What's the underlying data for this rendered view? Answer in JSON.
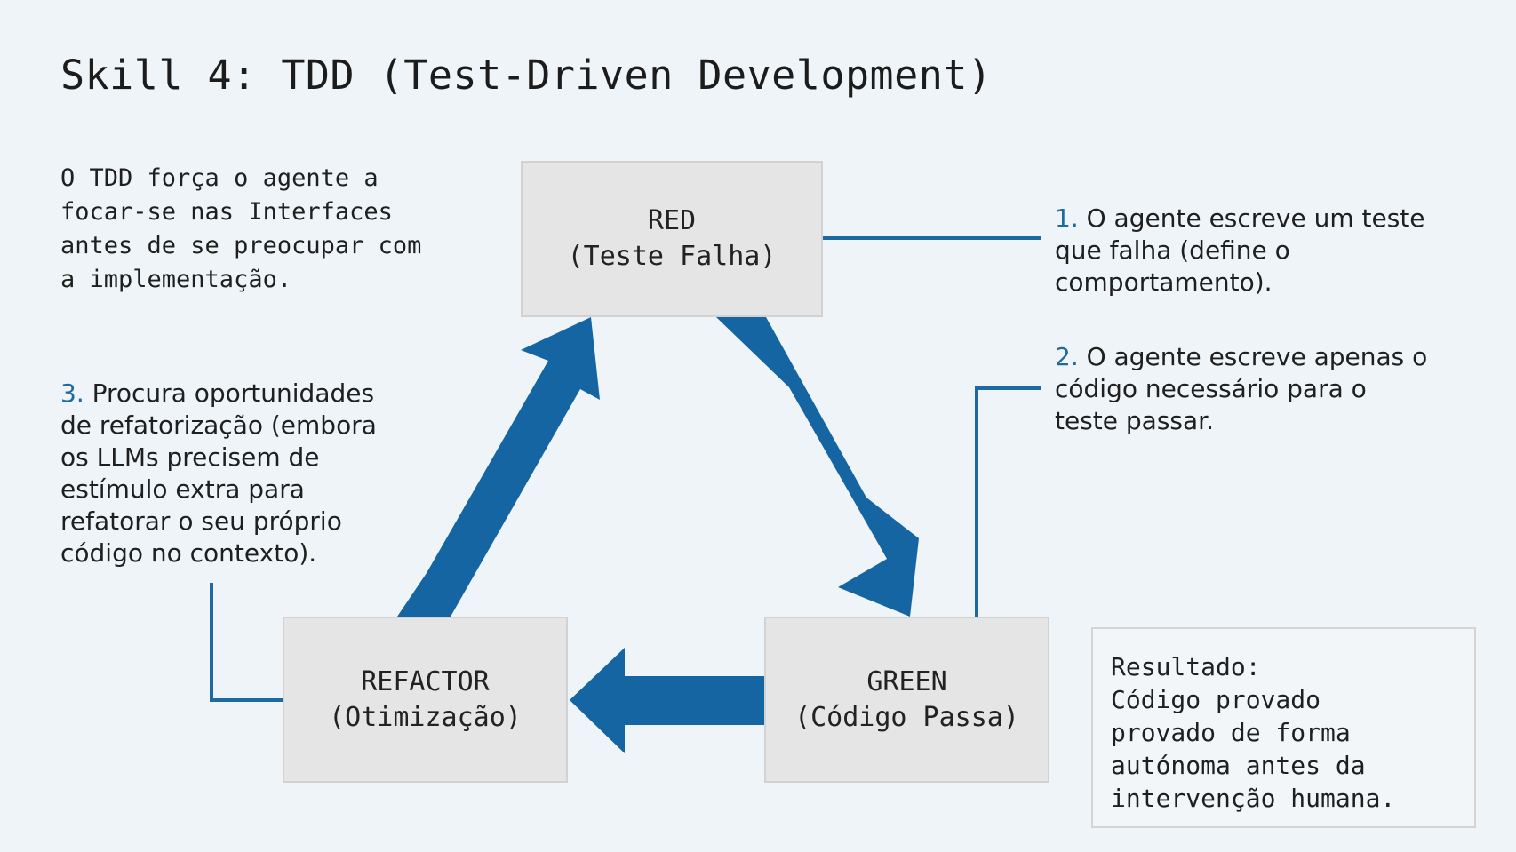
{
  "title": "Skill 4: TDD (Test-Driven Development)",
  "intro": "O TDD força o agente a\nfocar-se nas Interfaces\nantes de se preocupar com\na implementação.",
  "steps": [
    {
      "num": "1.",
      "text": " O agente escreve um teste\nque falha (define o\ncomportamento)."
    },
    {
      "num": "2.",
      "text": " O agente escreve apenas o\ncódigo necessário para o\nteste passar."
    },
    {
      "num": "3.",
      "text": " Procura oportunidades\nde refatorização (embora\nos LLMs precisem de\nestímulo extra para\nrefatorar o seu próprio\ncódigo no contexto)."
    }
  ],
  "nodes": {
    "red": {
      "label": "RED",
      "sub": "(Teste Falha)"
    },
    "green": {
      "label": "GREEN",
      "sub": "(Código Passa)"
    },
    "refactor": {
      "label": "REFACTOR",
      "sub": "(Otimização)"
    }
  },
  "result": "Resultado:\nCódigo provado\nprovado de forma\nautónoma antes da\nintervenção humana.",
  "colors": {
    "accent": "#1565a3",
    "box_fill": "#e5e5e5",
    "background": "#eef4f7"
  }
}
